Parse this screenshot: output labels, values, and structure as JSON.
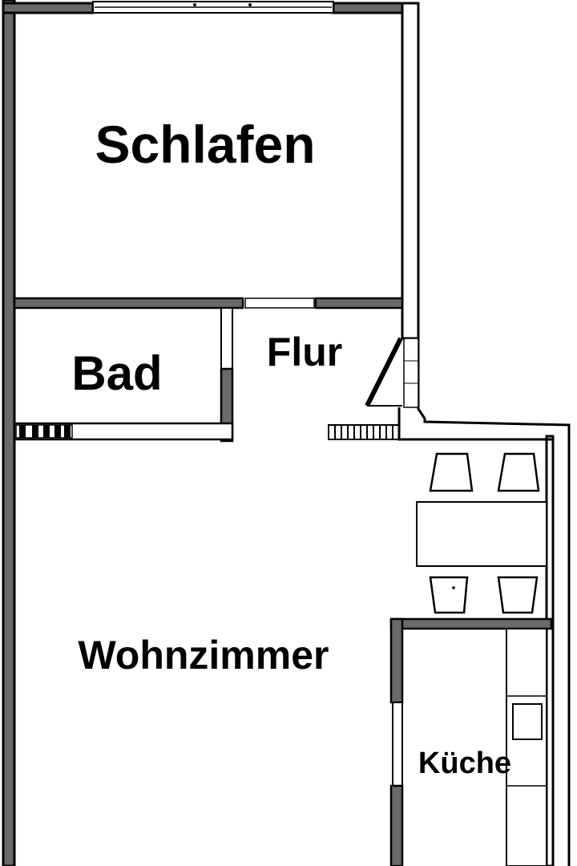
{
  "floorplan": {
    "rooms": {
      "schlafen": "Schlafen",
      "bad": "Bad",
      "flur": "Flur",
      "wohnzimmer": "Wohnzimmer",
      "kueche": "Küche"
    }
  },
  "colors": {
    "wall": "#000000",
    "wall_fill": "#6a6a6a",
    "background": "#ffffff"
  }
}
